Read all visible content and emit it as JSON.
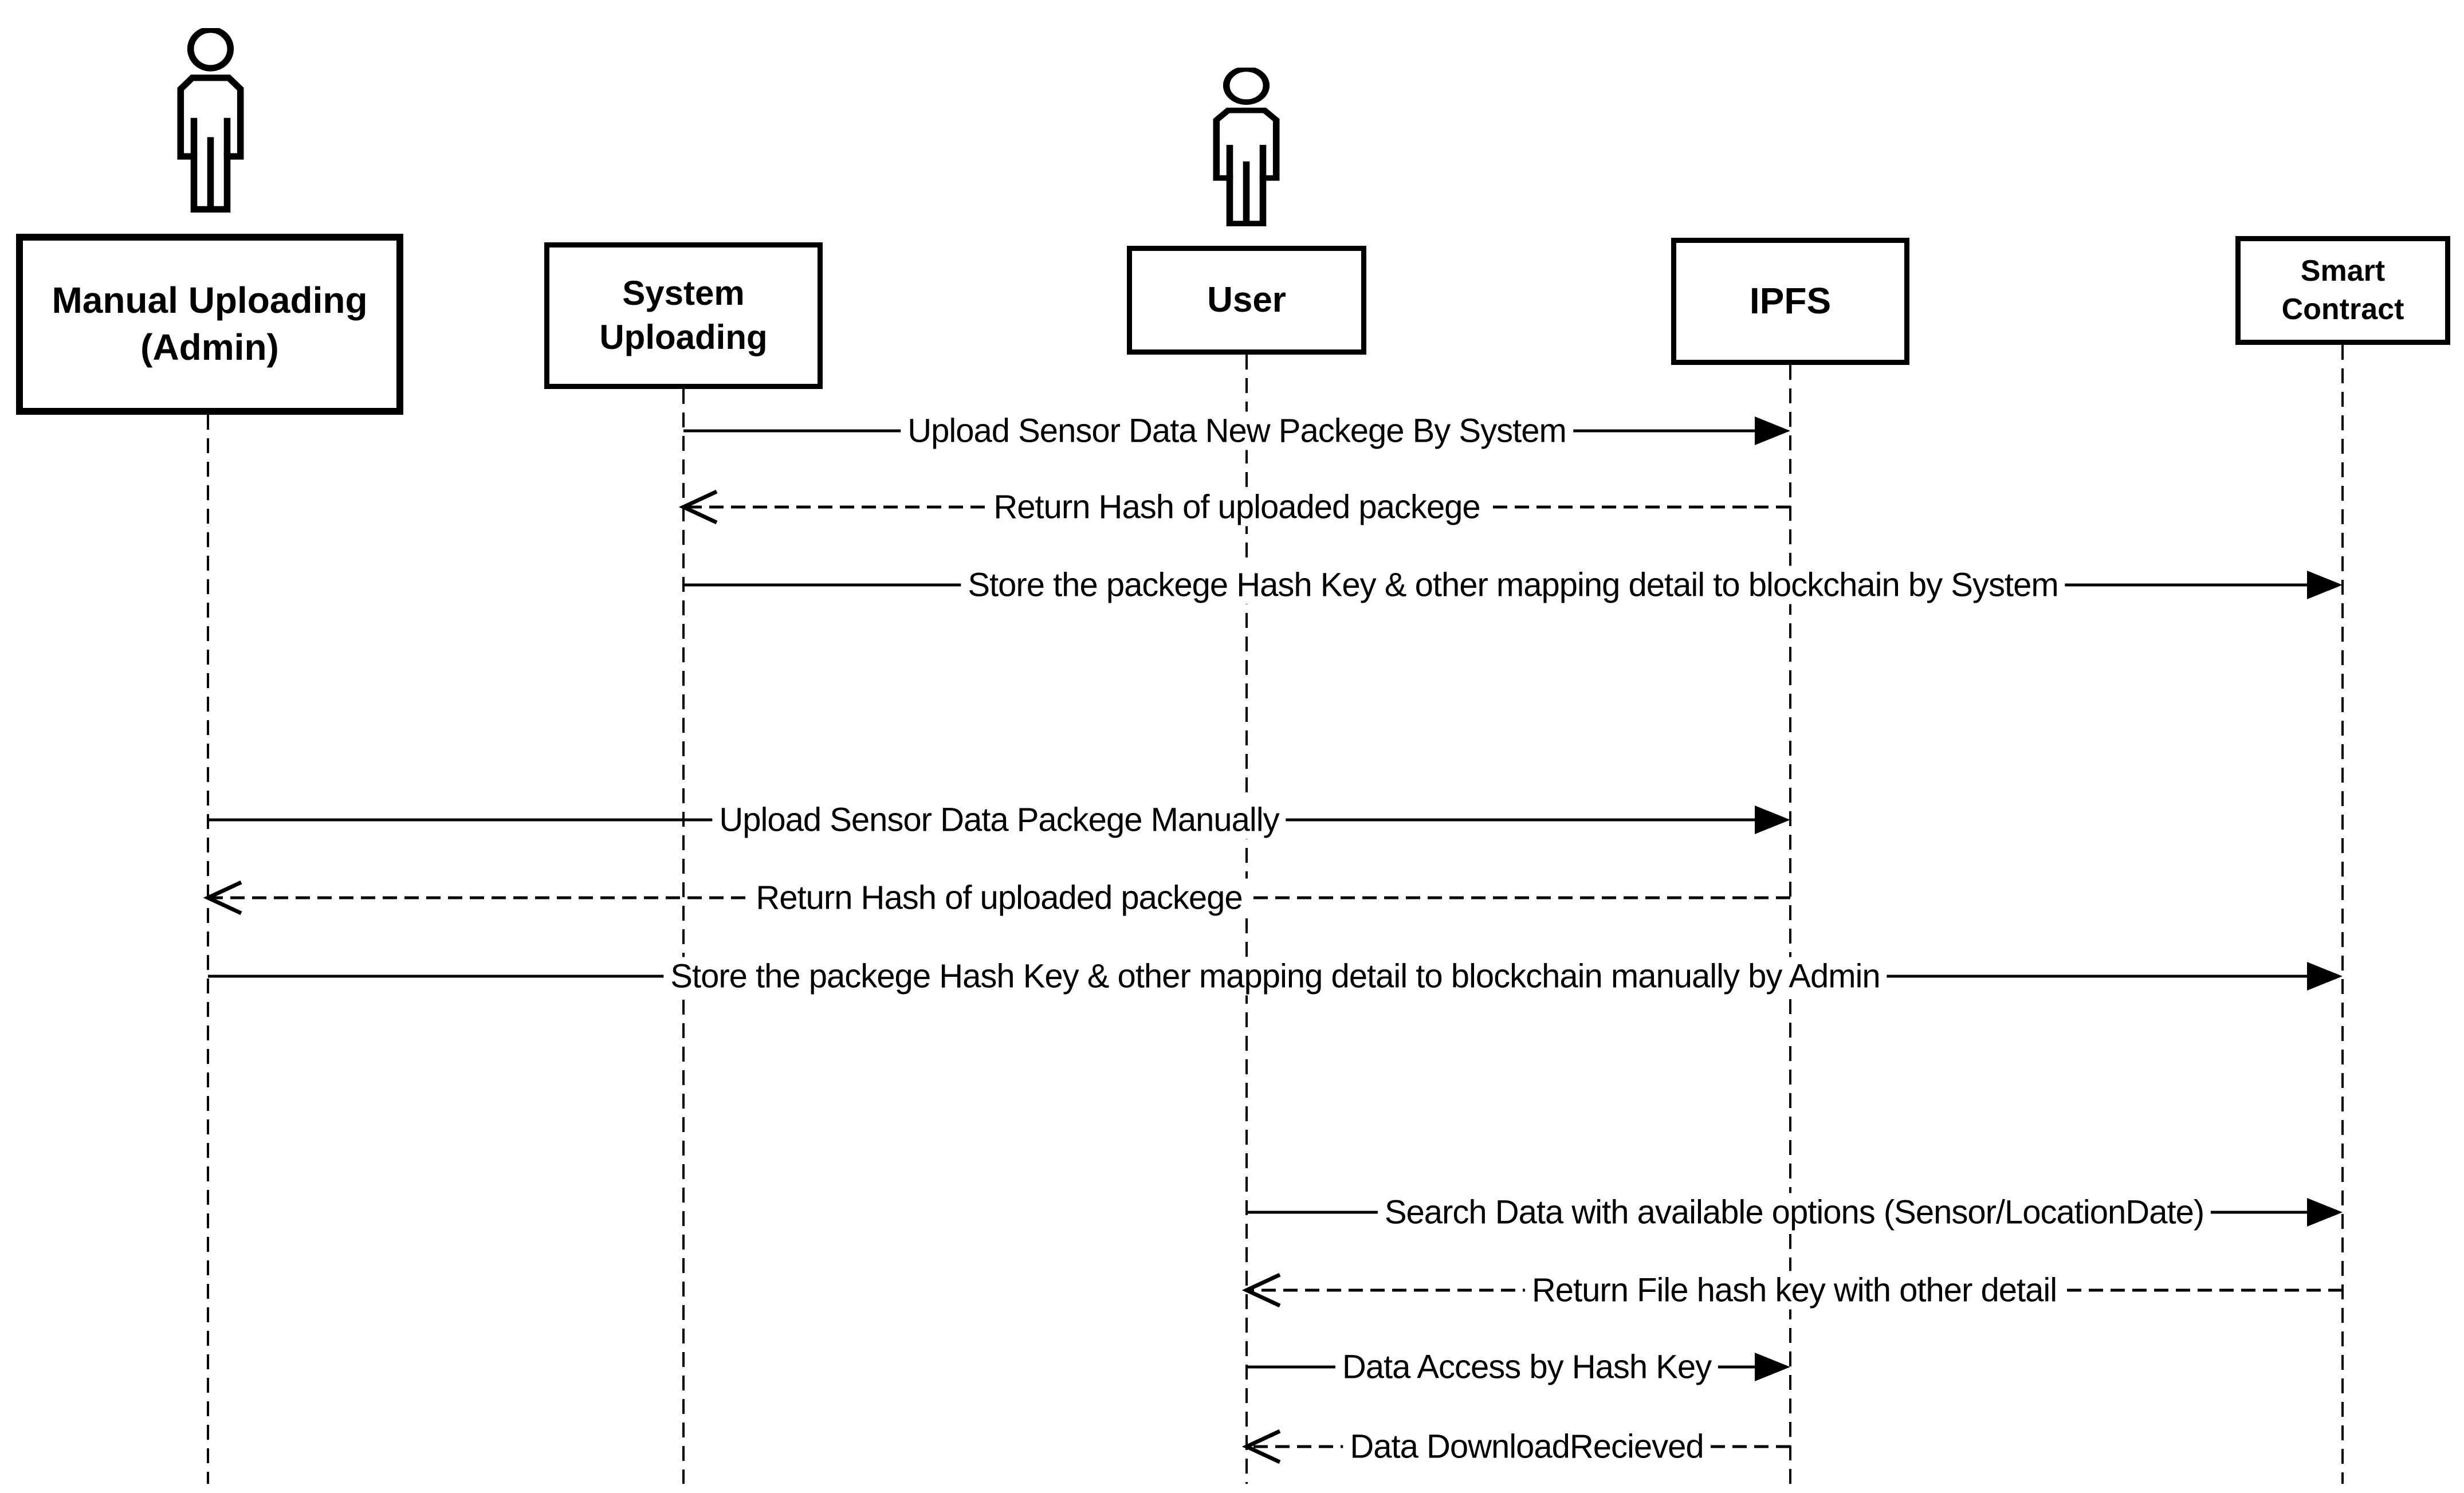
{
  "diagram": {
    "type": "uml-sequence",
    "colors": {
      "ink": "#000000",
      "background": "#ffffff"
    },
    "actors": [
      {
        "id": "manual-uploading-admin",
        "line1": "Manual Uploading",
        "line2": "(Admin)",
        "person_icon": true
      },
      {
        "id": "system-uploading",
        "line1": "System",
        "line2": "Uploading",
        "person_icon": false
      },
      {
        "id": "user",
        "line1": "User",
        "person_icon": true
      },
      {
        "id": "ipfs",
        "line1": "IPFS",
        "person_icon": false
      },
      {
        "id": "smart-contract",
        "line1": "Smart",
        "line2": "Contract",
        "person_icon": false
      }
    ],
    "messages": [
      {
        "from": "System Uploading",
        "to": "IPFS",
        "style": "solid-filled-arrow",
        "text": "Upload Sensor Data New Packege By System"
      },
      {
        "from": "IPFS",
        "to": "System Uploading",
        "style": "dashed-open-arrow",
        "text": "Return Hash of uploaded packege"
      },
      {
        "from": "System Uploading",
        "to": "Smart Contract",
        "style": "solid-filled-arrow",
        "text": "Store the packege Hash Key & other mapping detail to blockchain by System"
      },
      {
        "from": "Manual Uploading (Admin)",
        "to": "IPFS",
        "style": "solid-filled-arrow",
        "text": "Upload Sensor Data Packege Manually"
      },
      {
        "from": "IPFS",
        "to": "Manual Uploading (Admin)",
        "style": "dashed-open-arrow",
        "text": "Return Hash of uploaded packege"
      },
      {
        "from": "Manual Uploading (Admin)",
        "to": "Smart Contract",
        "style": "solid-filled-arrow",
        "text": "Store the packege Hash Key & other mapping detail to blockchain manually by Admin"
      },
      {
        "from": "User",
        "to": "Smart Contract",
        "style": "solid-filled-arrow",
        "text": "Search Data with available options (Sensor/LocationDate)"
      },
      {
        "from": "Smart Contract",
        "to": "User",
        "style": "dashed-open-arrow",
        "text": "Return File hash key with other detail"
      },
      {
        "from": "User",
        "to": "IPFS",
        "style": "solid-filled-arrow",
        "text": "Data Access by Hash Key"
      },
      {
        "from": "IPFS",
        "to": "User",
        "style": "dashed-open-arrow",
        "text": "Data DownloadRecieved"
      }
    ]
  }
}
